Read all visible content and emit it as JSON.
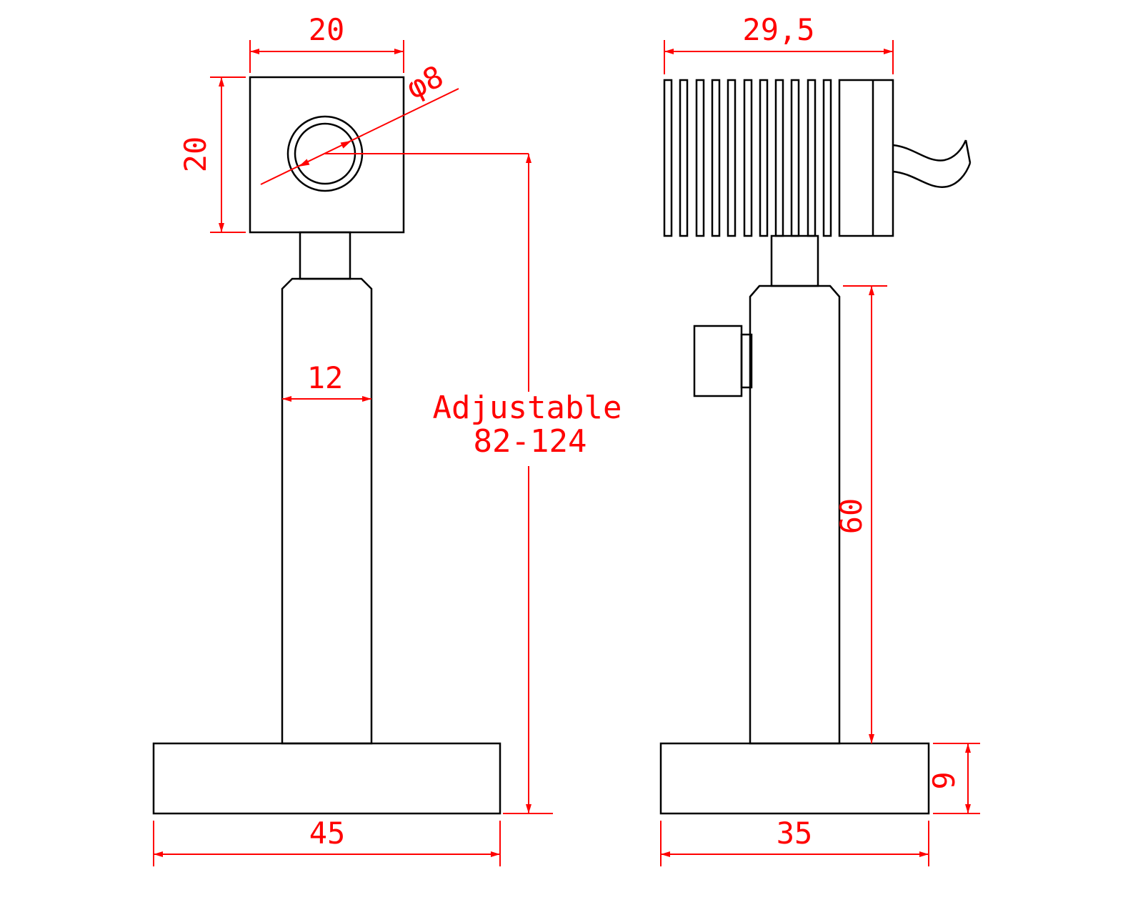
{
  "colors": {
    "outline": "#000000",
    "dimension": "#ff0000",
    "background": "#ffffff"
  },
  "front_view": {
    "head_width": "20",
    "head_height": "20",
    "aperture_diameter": "φ8",
    "post_width": "12",
    "adjustable_label": "Adjustable",
    "adjustable_range": "82-124",
    "base_width": "45"
  },
  "side_view": {
    "heatsink_width": "29,5",
    "post_height": "60",
    "base_thickness": "9",
    "base_width": "35"
  }
}
